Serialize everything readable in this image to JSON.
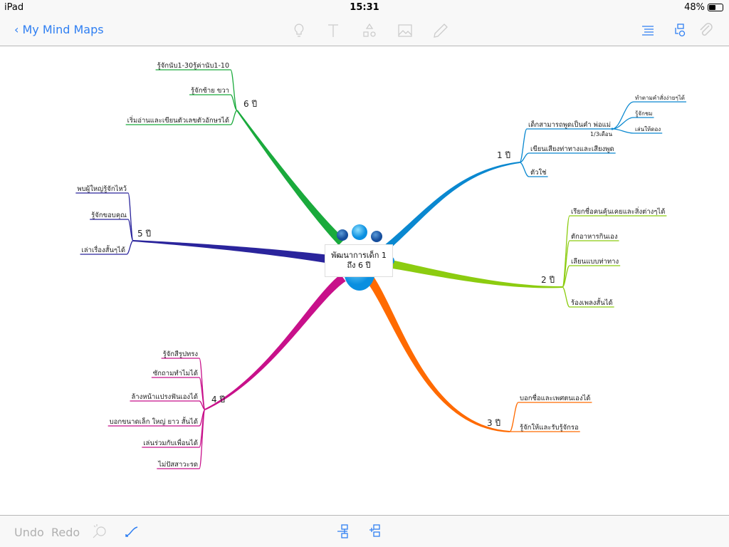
{
  "status": {
    "device": "iPad",
    "time": "15:31",
    "battery": "48%",
    "battery_level": 0.48
  },
  "nav": {
    "back_label": "My Mind Maps",
    "icons": [
      "lightbulb-icon",
      "text-icon",
      "shapes-icon",
      "image-icon",
      "pencil-icon",
      "outline-list-icon",
      "map-settings-icon",
      "attachment-icon"
    ]
  },
  "bottom": {
    "undo": "Undo",
    "redo": "Redo",
    "icons": [
      "magic-hand-icon",
      "connector-icon",
      "add-child-icon",
      "add-sibling-icon"
    ]
  },
  "map": {
    "central": "พัฒนาการเด็ก 1 ถึง 6 ปี",
    "branches": [
      {
        "id": "b1",
        "label": "1 ปี",
        "color": "#0a88d0",
        "children": [
          "เด็กสามารถพูดเป็นคำ พ่อแม่",
          "เขียนเสียงท่าทางและเสียงพูด",
          "ตัวใช่"
        ],
        "sub_label": "1/3เดือน",
        "sub_children": [
          "ทำตามคำสั่งง่ายๆได้",
          "รู้จักชม",
          "เล่นให้ดอง"
        ]
      },
      {
        "id": "b2",
        "label": "2 ปี",
        "color": "#8ccc10",
        "children": [
          "เรียกชื่อคนคุ้นเคยและสิ่งต่างๆได้",
          "ตักอาหารกินเอง",
          "เลียนแบบท่าทาง",
          "ร้องเพลงสั้นได้"
        ]
      },
      {
        "id": "b3",
        "label": "3 ปี",
        "color": "#ff6a00",
        "children": [
          "บอกชื่อและเพศตนเองได้",
          "รู้จักให้และรับรู้จักรอ"
        ]
      },
      {
        "id": "b4",
        "label": "4 ปี",
        "color": "#c8108a",
        "children": [
          "รู้จักสีรูปทรง",
          "ซักถามทำไมได้",
          "ล้างหน้าแปรงฟันเองได้",
          "บอกขนาดเล็ก ใหญ่ ยาว สั้นได้",
          "เล่นร่วมกับเพื่อนได้",
          "ไม่ปัสสาวะรด"
        ]
      },
      {
        "id": "b5",
        "label": "5 ปี",
        "color": "#2a249c",
        "children": [
          "พบผู้ใหญ่รู้จักไหว้",
          "รู้จักขอบคุณ",
          "เล่าเรื่องสั้นๆได้"
        ]
      },
      {
        "id": "b6",
        "label": "6 ปี",
        "color": "#1aaa3c",
        "children": [
          "รู้จักนับ1-30รู้ค่านับ1-10",
          "รู้จักซ้าย ขวา",
          "เริ่มอ่านและเขียนตัวเลขตัวอักษรได้"
        ]
      }
    ]
  }
}
